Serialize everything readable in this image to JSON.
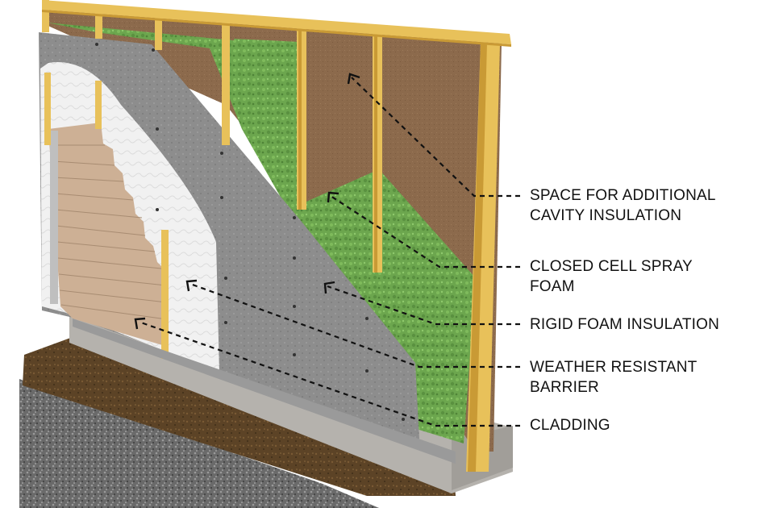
{
  "colors": {
    "stud": "#e8c15a",
    "stud_shade": "#c99a35",
    "cavity": "#8c6a4c",
    "spray_foam": "#6ca64e",
    "rigid_foam": "#8d8d8d",
    "barrier": "#f1f1f1",
    "cladding": "#cdb095",
    "concrete": "#b5b2ad",
    "soil": "#5c4326",
    "gravel": "#6e6e6e",
    "leader": "#111111"
  },
  "callouts": [
    {
      "id": "cavity-insulation",
      "lines": [
        "SPACE FOR ADDITIONAL",
        "CAVITY INSULATION"
      ]
    },
    {
      "id": "spray-foam",
      "lines": [
        "CLOSED CELL SPRAY",
        "FOAM"
      ]
    },
    {
      "id": "rigid-foam",
      "lines": [
        "RIGID FOAM INSULATION"
      ]
    },
    {
      "id": "weather-barrier",
      "lines": [
        "WEATHER RESISTANT",
        "BARRIER"
      ]
    },
    {
      "id": "cladding",
      "lines": [
        "CLADDING"
      ]
    }
  ]
}
